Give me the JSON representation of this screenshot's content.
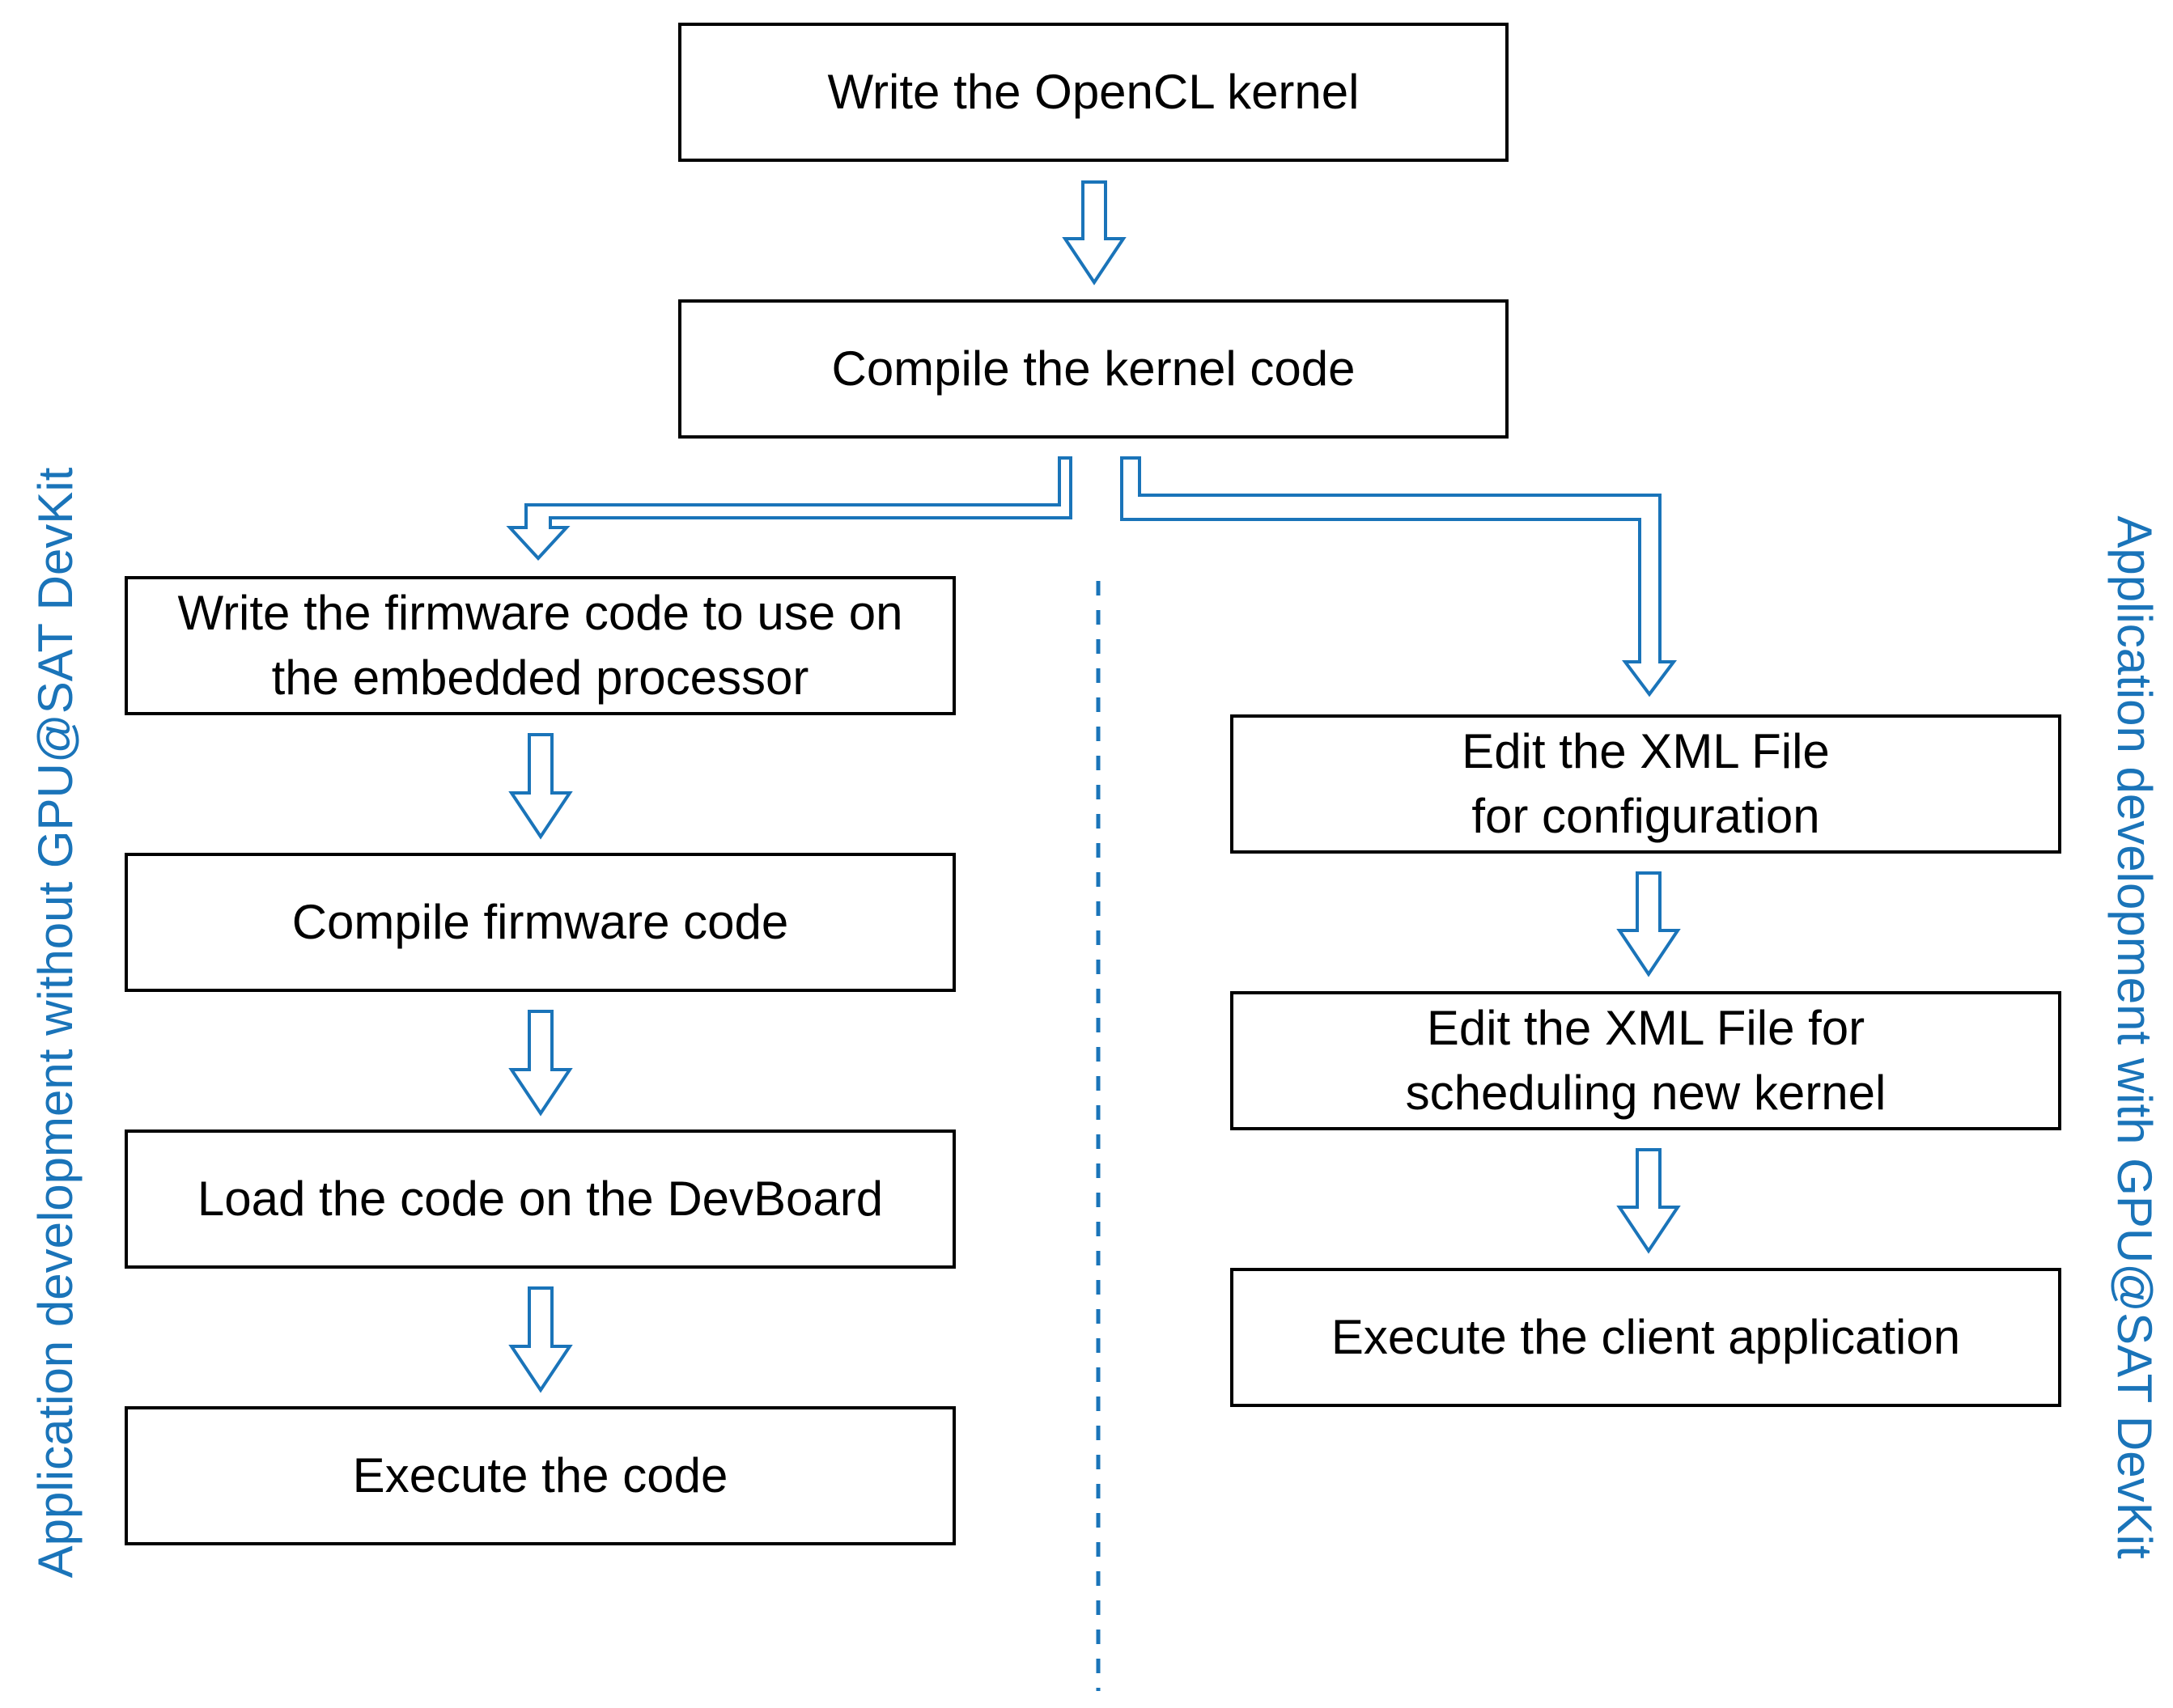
{
  "steps": {
    "common": {
      "write_kernel": "Write the OpenCL kernel",
      "compile_kernel": "Compile the kernel code"
    },
    "without_devkit": {
      "write_firmware": "Write the firmware code to use on\nthe embedded processor",
      "compile_firmware": "Compile firmware code",
      "load_code": "Load the code on the DevBoard",
      "execute_code": "Execute the code"
    },
    "with_devkit": {
      "edit_xml_config": "Edit the XML File\nfor configuration",
      "edit_xml_schedule": "Edit the XML File for\nscheduling new kernel",
      "execute_client": "Execute the client application"
    }
  },
  "side_labels": {
    "left": "Application development without GPU@SAT DevKit",
    "right": "Application development with GPU@SAT DevKit"
  },
  "colors": {
    "arrow": "#1a74b9",
    "label": "#1a74b9",
    "box_border": "#000000"
  }
}
